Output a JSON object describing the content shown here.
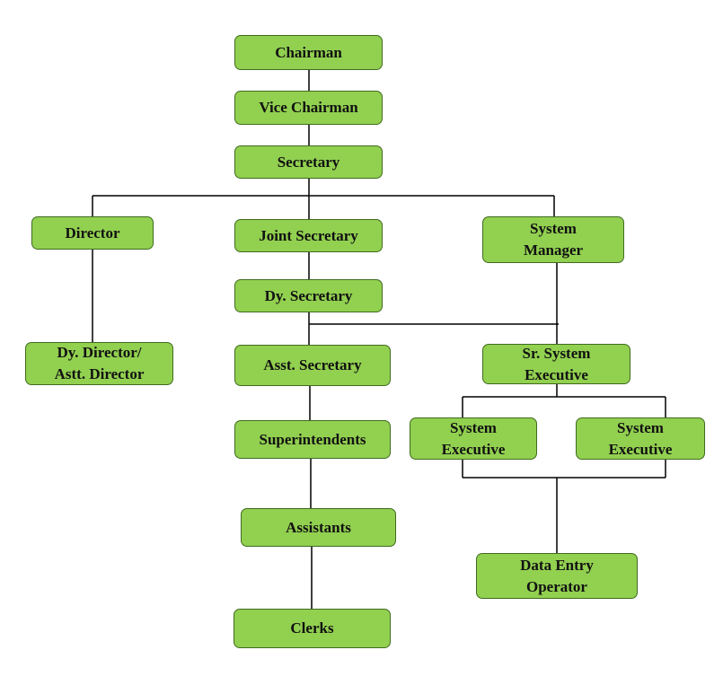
{
  "chart": {
    "nodes": {
      "chairman": "Chairman",
      "vice_chairman": "Vice Chairman",
      "secretary": "Secretary",
      "director": "Director",
      "joint_secretary": "Joint Secretary",
      "system_manager": [
        "System",
        "Manager"
      ],
      "dy_secretary": "Dy. Secretary",
      "dy_director": [
        "Dy. Director/",
        "Astt. Director"
      ],
      "asst_secretary": "Asst. Secretary",
      "sr_system_executive": [
        "Sr. System",
        "Executive"
      ],
      "system_executive_1": [
        "System",
        "Executive"
      ],
      "system_executive_2": [
        "System",
        "Executive"
      ],
      "superintendents": "Superintendents",
      "assistants": "Assistants",
      "data_entry_operator": [
        "Data Entry",
        "Operator"
      ],
      "clerks": "Clerks"
    },
    "colors": {
      "box_fill": "#92d050",
      "box_border": "#3f6b1f",
      "connector": "#000000"
    }
  }
}
